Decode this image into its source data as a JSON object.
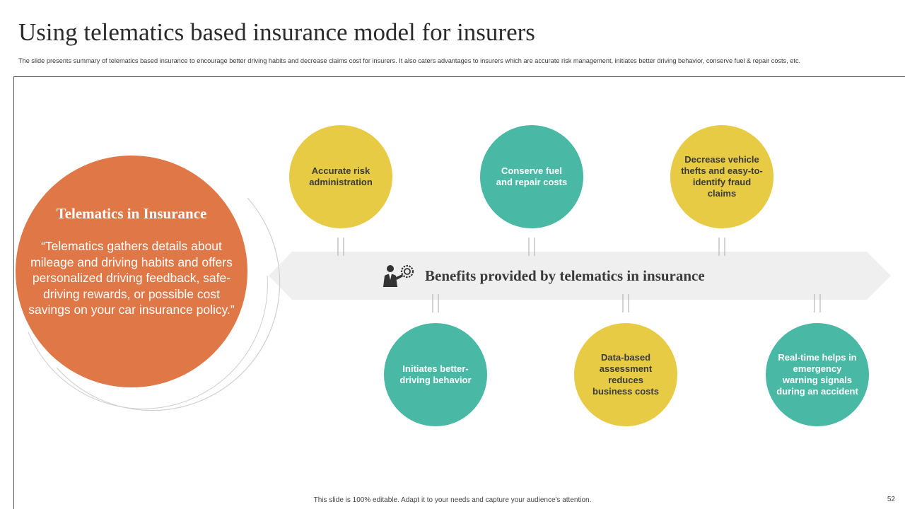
{
  "header": {
    "title": "Using telematics based insurance model for insurers",
    "subtitle": "The slide presents summary of telematics based insurance to encourage better driving habits and decrease claims cost for insurers. It also caters advantages to insurers which are accurate risk management, initiates better driving behavior, conserve fuel & repair costs, etc."
  },
  "left_panel": {
    "heading": "Telematics in Insurance",
    "quote": "“Telematics gathers details about mileage and driving habits and offers personalized driving feedback, safe-driving rewards, or possible cost savings on your car insurance policy.”"
  },
  "banner": {
    "text": "Benefits provided by telematics in insurance",
    "icon": "businessman-gear-icon"
  },
  "benefits_top": [
    {
      "label": "Accurate risk administration",
      "color": "#e7cb45"
    },
    {
      "label": "Conserve fuel and repair costs",
      "color": "#49b8a5"
    },
    {
      "label": "Decrease vehicle thefts and easy-to-identify fraud claims",
      "color": "#e7cb45"
    }
  ],
  "benefits_bottom": [
    {
      "label": "Initiates better-driving behavior",
      "color": "#49b8a5"
    },
    {
      "label": "Data-based assessment reduces business costs",
      "color": "#e7cb45"
    },
    {
      "label": "Real-time helps in emergency warning signals during an accident",
      "color": "#49b8a5"
    }
  ],
  "footer": {
    "note": "This slide is 100% editable. Adapt it to your needs and capture your audience's attention.",
    "page_number": "52"
  },
  "colors": {
    "orange": "#e07747",
    "yellow": "#e7cb45",
    "teal": "#49b8a5",
    "banner": "#efefef"
  }
}
